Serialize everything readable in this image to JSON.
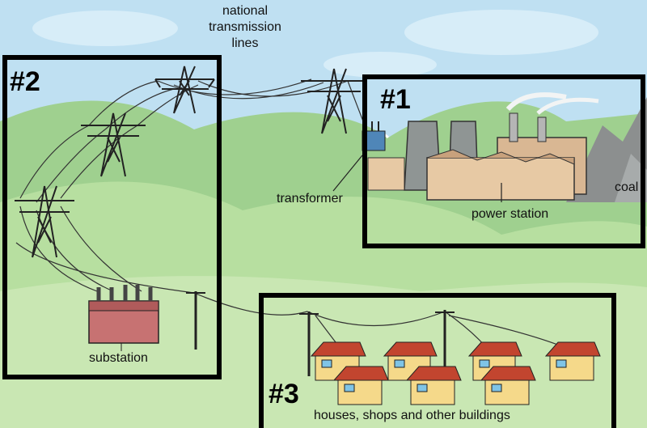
{
  "labels": {
    "national_transmission_lines": [
      "national",
      "transmission",
      "lines"
    ],
    "transformer": "transformer",
    "power_station": "power station",
    "coal": "coal",
    "substation": "substation",
    "houses": "houses, shops and other buildings"
  },
  "sections": {
    "one": "#1",
    "two": "#2",
    "three": "#3"
  },
  "colors": {
    "sky": "#bfe0f2",
    "hill_far": "#9fd08f",
    "hill_near": "#b7dfa0",
    "ground": "#c9e7b3",
    "frame": "#000000",
    "house_wall": "#f5d98a",
    "house_roof": "#c2452f",
    "substation": "#c77272",
    "station_wall": "#e7c9a4",
    "tower_gray": "#b9b9b9"
  }
}
